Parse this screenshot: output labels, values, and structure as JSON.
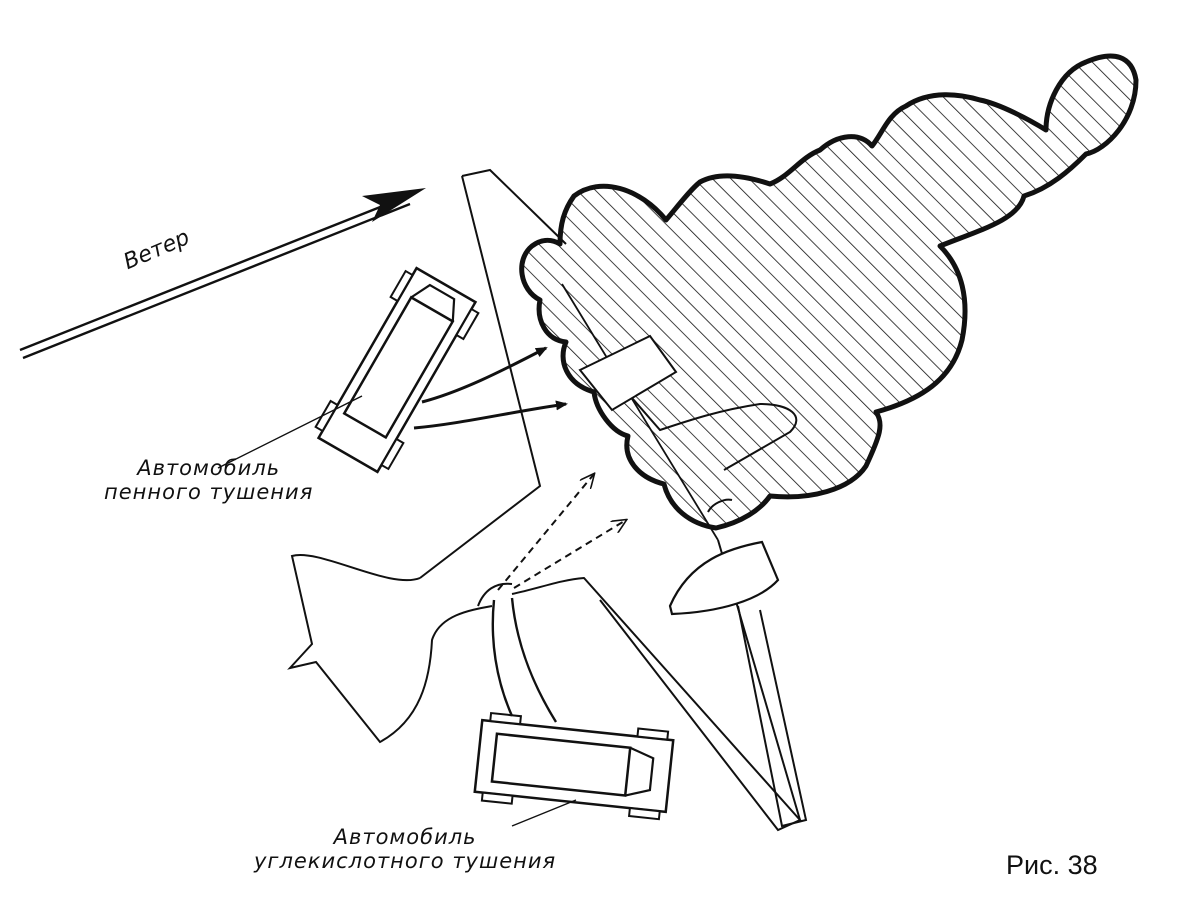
{
  "labels": {
    "wind": "Ветер",
    "foam_truck_line1": "Автомобиль",
    "foam_truck_line2": "пенного тушения",
    "co2_truck_line1": "Автомобиль",
    "co2_truck_line2": "углекислотного тушения",
    "figure": "Рис. 38"
  },
  "colors": {
    "ink": "#111111",
    "paper": "#ffffff"
  }
}
